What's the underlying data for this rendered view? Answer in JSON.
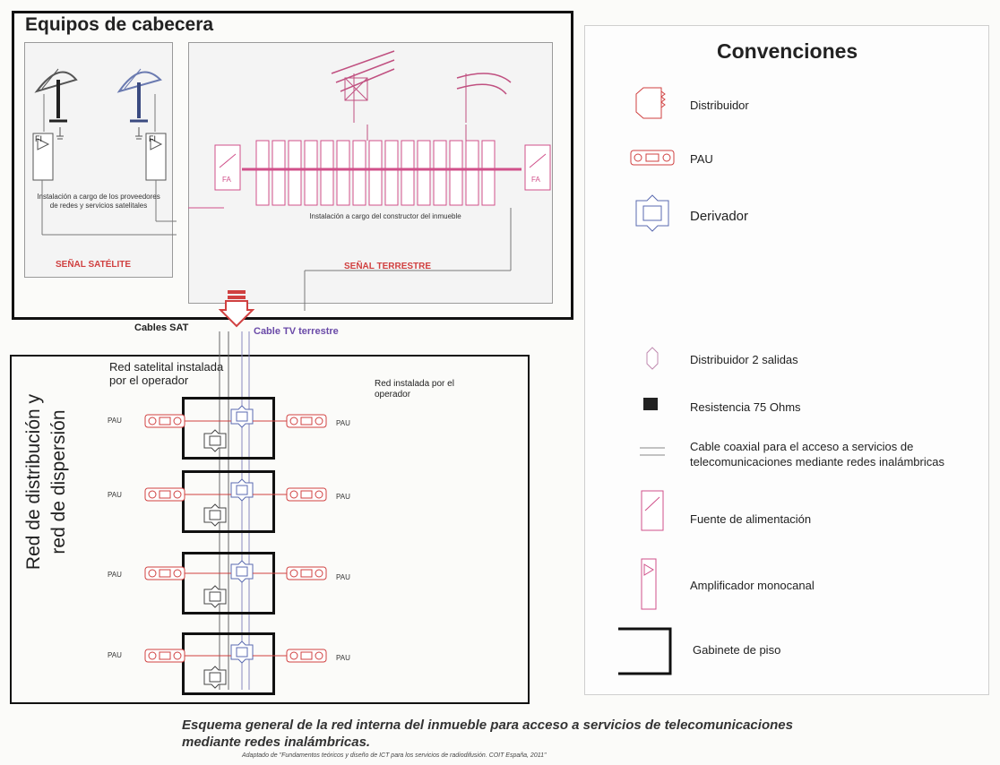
{
  "header": {
    "title": "Equipos de cabecera",
    "sat_note": "Instalación a cargo de los proveedores de redes y servicios satelitales",
    "ter_note": "Instalación a cargo del constructor del inmueble",
    "sat_signal": "SEÑAL SATÉLITE",
    "ter_signal": "SEÑAL TERRESTRE",
    "fi_label": "FI",
    "fa_label": "FA"
  },
  "cables": {
    "sat": "Cables SAT",
    "tv": "Cable  TV terrestre"
  },
  "distribution": {
    "side_title_1": "Red de distribución y",
    "side_title_2": "red de dispersión",
    "sat_network": "Red satelital instalada por el operador",
    "operator_network": "Red instalada por el operador",
    "pau": "PAU"
  },
  "conventions": {
    "title": "Convenciones",
    "items": [
      {
        "label": "Distribuidor",
        "icon": "distributor-icon"
      },
      {
        "label": "PAU",
        "icon": "pau-icon"
      },
      {
        "label": "Derivador",
        "icon": "tap-icon"
      },
      {
        "label": "Distribuidor 2 salidas",
        "icon": "splitter-2-icon"
      },
      {
        "label": "Resistencia 75 Ohms",
        "icon": "resistor-icon"
      },
      {
        "label": "Cable coaxial para el acceso a servicios de telecomunicaciones mediante redes inalámbricas",
        "icon": "coax-cable-icon"
      },
      {
        "label": "Fuente de alimentación",
        "icon": "power-supply-icon"
      },
      {
        "label": "Amplificador monocanal",
        "icon": "amplifier-icon"
      },
      {
        "label": "Gabinete de piso",
        "icon": "floor-cabinet-icon"
      }
    ]
  },
  "caption": {
    "line1": "Esquema general de la red interna del inmueble para acceso a servicios de telecomunicaciones",
    "line2": "mediante redes inalámbricas.",
    "credit": "Adaptado de \"Fundamentos teóricos y diseño de ICT para los servicios de radiodifusión. COIT España, 2011\""
  },
  "colors": {
    "pink": "#d0508a",
    "red": "#d04040",
    "blue": "#5a6ab0",
    "purple": "#6a4aa8"
  }
}
